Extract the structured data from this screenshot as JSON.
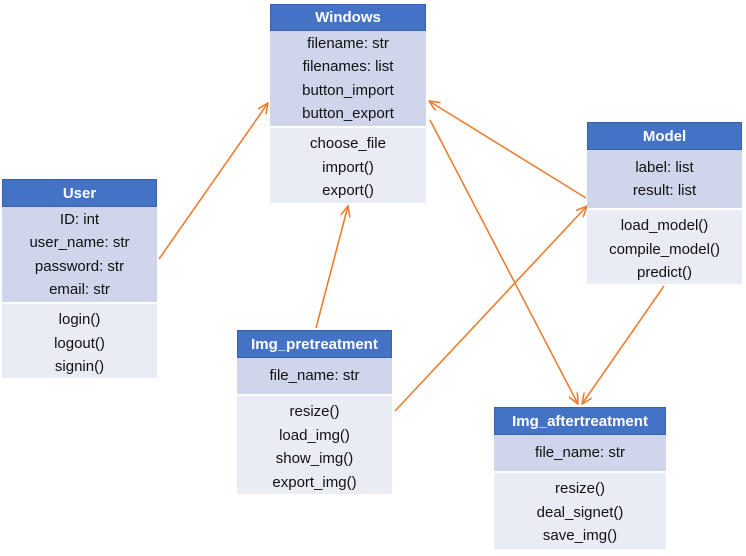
{
  "diagram": {
    "line_color": "#ed7d31",
    "header_color": "#4472c4",
    "attr_bg": "#cfd5ea",
    "method_bg": "#e9ebf5",
    "classes": {
      "windows": {
        "title": "Windows",
        "attributes": [
          "filename: str",
          "filenames: list",
          "button_import",
          "button_export"
        ],
        "methods": [
          "choose_file",
          "import()",
          "export()"
        ]
      },
      "user": {
        "title": "User",
        "attributes": [
          "ID: int",
          "user_name: str",
          "password: str",
          "email: str"
        ],
        "methods": [
          "login()",
          "logout()",
          "signin()"
        ]
      },
      "model": {
        "title": "Model",
        "attributes": [
          "label: list",
          "result: list"
        ],
        "methods": [
          "load_model()",
          "compile_model()",
          "predict()"
        ]
      },
      "img_pretreatment": {
        "title": "Img_pretreatment",
        "attributes": [
          "file_name: str"
        ],
        "methods": [
          "resize()",
          "load_img()",
          "show_img()",
          "export_img()"
        ]
      },
      "img_aftertreatment": {
        "title": "Img_aftertreatment",
        "attributes": [
          "file_name: str"
        ],
        "methods": [
          "resize()",
          "deal_signet()",
          "save_img()"
        ]
      }
    },
    "relations": [
      {
        "from": "User",
        "to": "Windows"
      },
      {
        "from": "Img_pretreatment",
        "to": "Windows"
      },
      {
        "from": "Model",
        "to": "Windows"
      },
      {
        "from": "Img_pretreatment",
        "to": "Model"
      },
      {
        "from": "Windows",
        "to": "Img_aftertreatment"
      },
      {
        "from": "Model",
        "to": "Img_aftertreatment"
      }
    ]
  }
}
